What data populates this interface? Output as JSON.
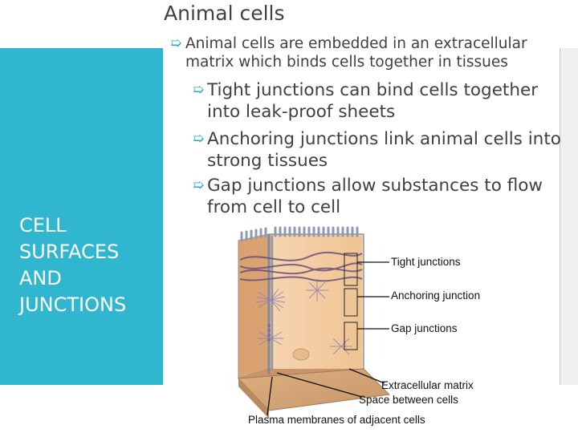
{
  "slide": {
    "title": "Animal cells",
    "section_title": "CELL SURFACES AND JUNCTIONS"
  },
  "bullets": {
    "main": "Animal cells are embedded in an extracellular matrix which binds cells together in tissues",
    "sub": [
      "Tight junctions can bind cells together into leak-proof sheets",
      "Anchoring junctions link animal cells into strong tissues",
      "Gap junctions allow substances to flow from cell to cell"
    ]
  },
  "figure": {
    "labels": {
      "tight": "Tight junctions",
      "anchoring": "Anchoring junction",
      "gap": "Gap junctions",
      "ecm": "Extracellular matrix",
      "space": "Space between cells",
      "membranes": "Plasma membranes of adjacent cells"
    }
  },
  "colors": {
    "sidebar": "#31b6cf",
    "bullet_accent": "#29a6c4",
    "cell_fill": "#f4c89a",
    "membrane": "#8a95a8",
    "fiber": "#6b4e7a"
  }
}
